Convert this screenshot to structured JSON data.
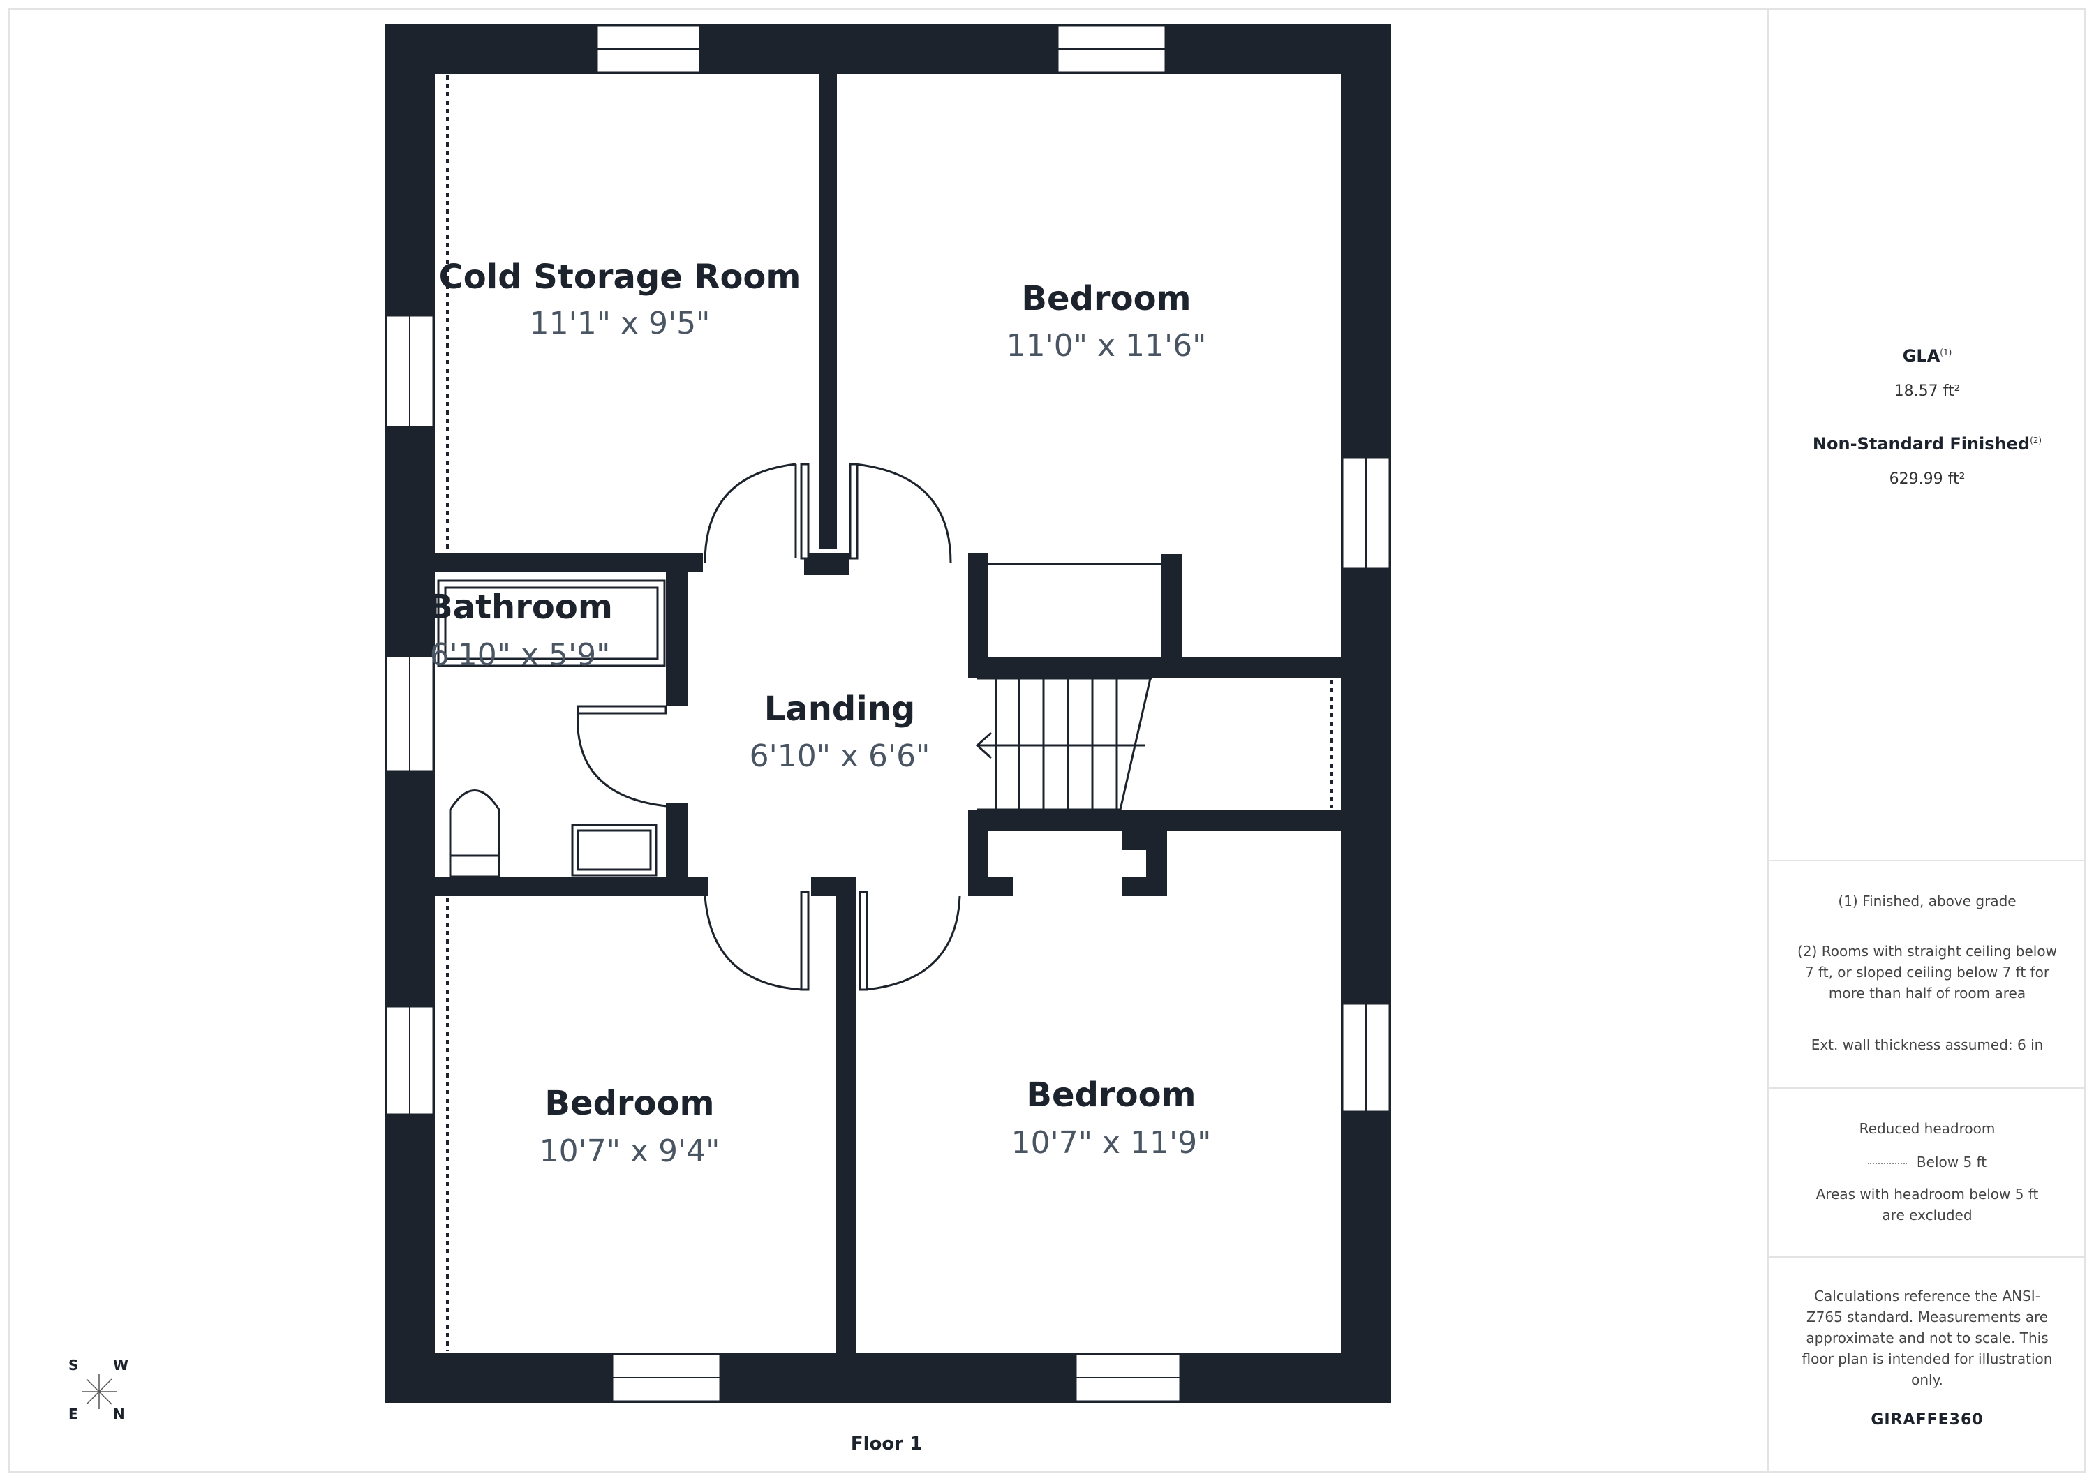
{
  "floor": {
    "label": "Floor 1",
    "rooms": [
      {
        "name": "Cold Storage Room",
        "dimensions": "11'1\" x 9'5\""
      },
      {
        "name": "Bedroom",
        "dimensions": "11'0\" x 11'6\""
      },
      {
        "name": "Bathroom",
        "dimensions": "6'10\" x 5'9\""
      },
      {
        "name": "Landing",
        "dimensions": "6'10\" x 6'6\""
      },
      {
        "name": "Bedroom",
        "dimensions": "10'7\" x 9'4\""
      },
      {
        "name": "Bedroom",
        "dimensions": "10'7\" x 11'9\""
      }
    ]
  },
  "compass": {
    "top_left": "S",
    "top_right": "W",
    "bottom_left": "E",
    "bottom_right": "N"
  },
  "sidebar": {
    "gla_label": "GLA",
    "gla_sup": "(1)",
    "gla_value": "18.57 ft²",
    "nsf_label": "Non-Standard Finished",
    "nsf_sup": "(2)",
    "nsf_value": "629.99 ft²",
    "note1": "(1) Finished, above grade",
    "note2": "(2) Rooms with straight ceiling below 7 ft, or sloped ceiling below 7 ft for more than half of room area",
    "note3": "Ext. wall thickness assumed: 6 in",
    "reduced_title": "Reduced headroom",
    "reduced_legend": "Below 5 ft",
    "reduced_note": "Areas with headroom below 5 ft are excluded",
    "disclaimer": "Calculations reference the ANSI-Z765 standard. Measurements are approximate and not to scale. This floor plan is intended for illustration only.",
    "brand_a": "GIRAFFE",
    "brand_b": "360"
  },
  "colors": {
    "wall": "#1c232c",
    "text_dim": "#4a5563",
    "divider": "#e3e3e3"
  }
}
